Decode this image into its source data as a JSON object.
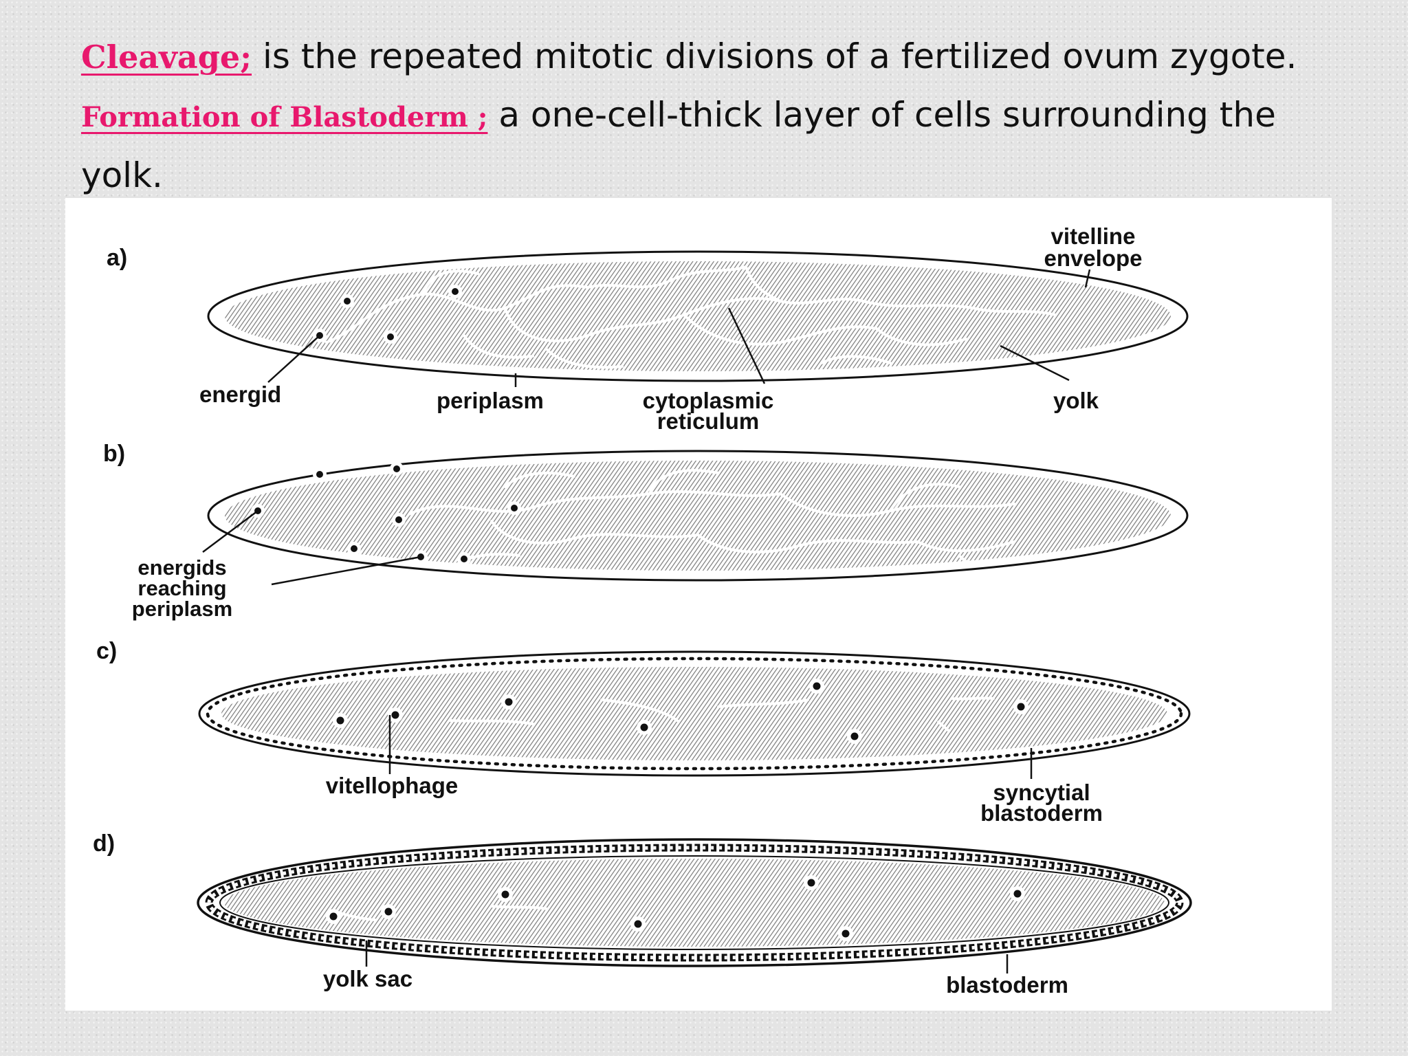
{
  "definitions": [
    {
      "term": "Cleavage;",
      "text": " is the repeated mitotic divisions of a fertilized ovum zygote."
    },
    {
      "term": "Formation of Blastoderm ;",
      "text": " a one-cell-thick layer of cells surrounding the yolk."
    }
  ],
  "figure": {
    "panels": [
      {
        "tag": "a)",
        "labels": [
          "vitelline envelope",
          "energid",
          "periplasm",
          "cytoplasmic reticulum",
          "yolk"
        ]
      },
      {
        "tag": "b)",
        "labels": [
          "energids reaching periplasm"
        ]
      },
      {
        "tag": "c)",
        "labels": [
          "vitellophage",
          "syncytial blastoderm"
        ]
      },
      {
        "tag": "d)",
        "labels": [
          "yolk sac",
          "blastoderm"
        ]
      }
    ]
  },
  "colors": {
    "term": "#e8186d",
    "text": "#111111",
    "yolk_hatch": "#7a7a7a"
  }
}
